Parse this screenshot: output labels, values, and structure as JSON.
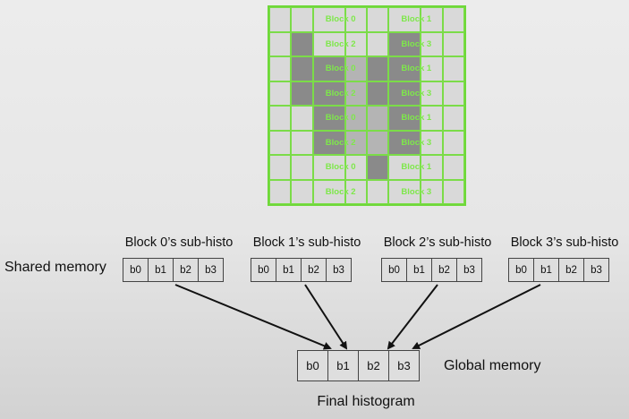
{
  "image_grid": {
    "labels": [
      [
        "",
        "",
        "Block 0",
        "",
        "",
        "Block 1",
        "",
        ""
      ],
      [
        "",
        "",
        "Block 2",
        "",
        "",
        "Block 3",
        "",
        ""
      ],
      [
        "",
        "",
        "Block 0",
        "",
        "",
        "Block 1",
        "",
        ""
      ],
      [
        "",
        "",
        "Block 2",
        "",
        "",
        "Block 3",
        "",
        ""
      ],
      [
        "",
        "",
        "Block 0",
        "",
        "",
        "Block 1",
        "",
        ""
      ],
      [
        "",
        "",
        "Block 2",
        "",
        "",
        "Block 3",
        "",
        ""
      ],
      [
        "",
        "",
        "Block 0",
        "",
        "",
        "Block 1",
        "",
        ""
      ],
      [
        "",
        "",
        "Block 2",
        "",
        "",
        "Block 3",
        "",
        ""
      ]
    ],
    "shades": [
      [
        0,
        0,
        0,
        0,
        0,
        0,
        0,
        0
      ],
      [
        0,
        2,
        0,
        0,
        0,
        2,
        0,
        0
      ],
      [
        0,
        2,
        2,
        1,
        2,
        2,
        0,
        0
      ],
      [
        0,
        2,
        2,
        1,
        2,
        2,
        0,
        0
      ],
      [
        0,
        0,
        2,
        1,
        1,
        2,
        0,
        0
      ],
      [
        0,
        0,
        2,
        1,
        1,
        2,
        0,
        0
      ],
      [
        0,
        0,
        0,
        0,
        2,
        0,
        0,
        0
      ],
      [
        0,
        0,
        0,
        0,
        0,
        0,
        0,
        0
      ]
    ]
  },
  "shared_memory_label": "Shared memory",
  "blocks": [
    {
      "title": "Block 0’s sub-histo",
      "bins": [
        "b0",
        "b1",
        "b2",
        "b3"
      ]
    },
    {
      "title": "Block 1’s sub-histo",
      "bins": [
        "b0",
        "b1",
        "b2",
        "b3"
      ]
    },
    {
      "title": "Block 2’s sub-histo",
      "bins": [
        "b0",
        "b1",
        "b2",
        "b3"
      ]
    },
    {
      "title": "Block 3’s sub-histo",
      "bins": [
        "b0",
        "b1",
        "b2",
        "b3"
      ]
    }
  ],
  "final": {
    "bins": [
      "b0",
      "b1",
      "b2",
      "b3"
    ]
  },
  "global_memory_label": "Global memory",
  "final_histogram_label": "Final histogram"
}
